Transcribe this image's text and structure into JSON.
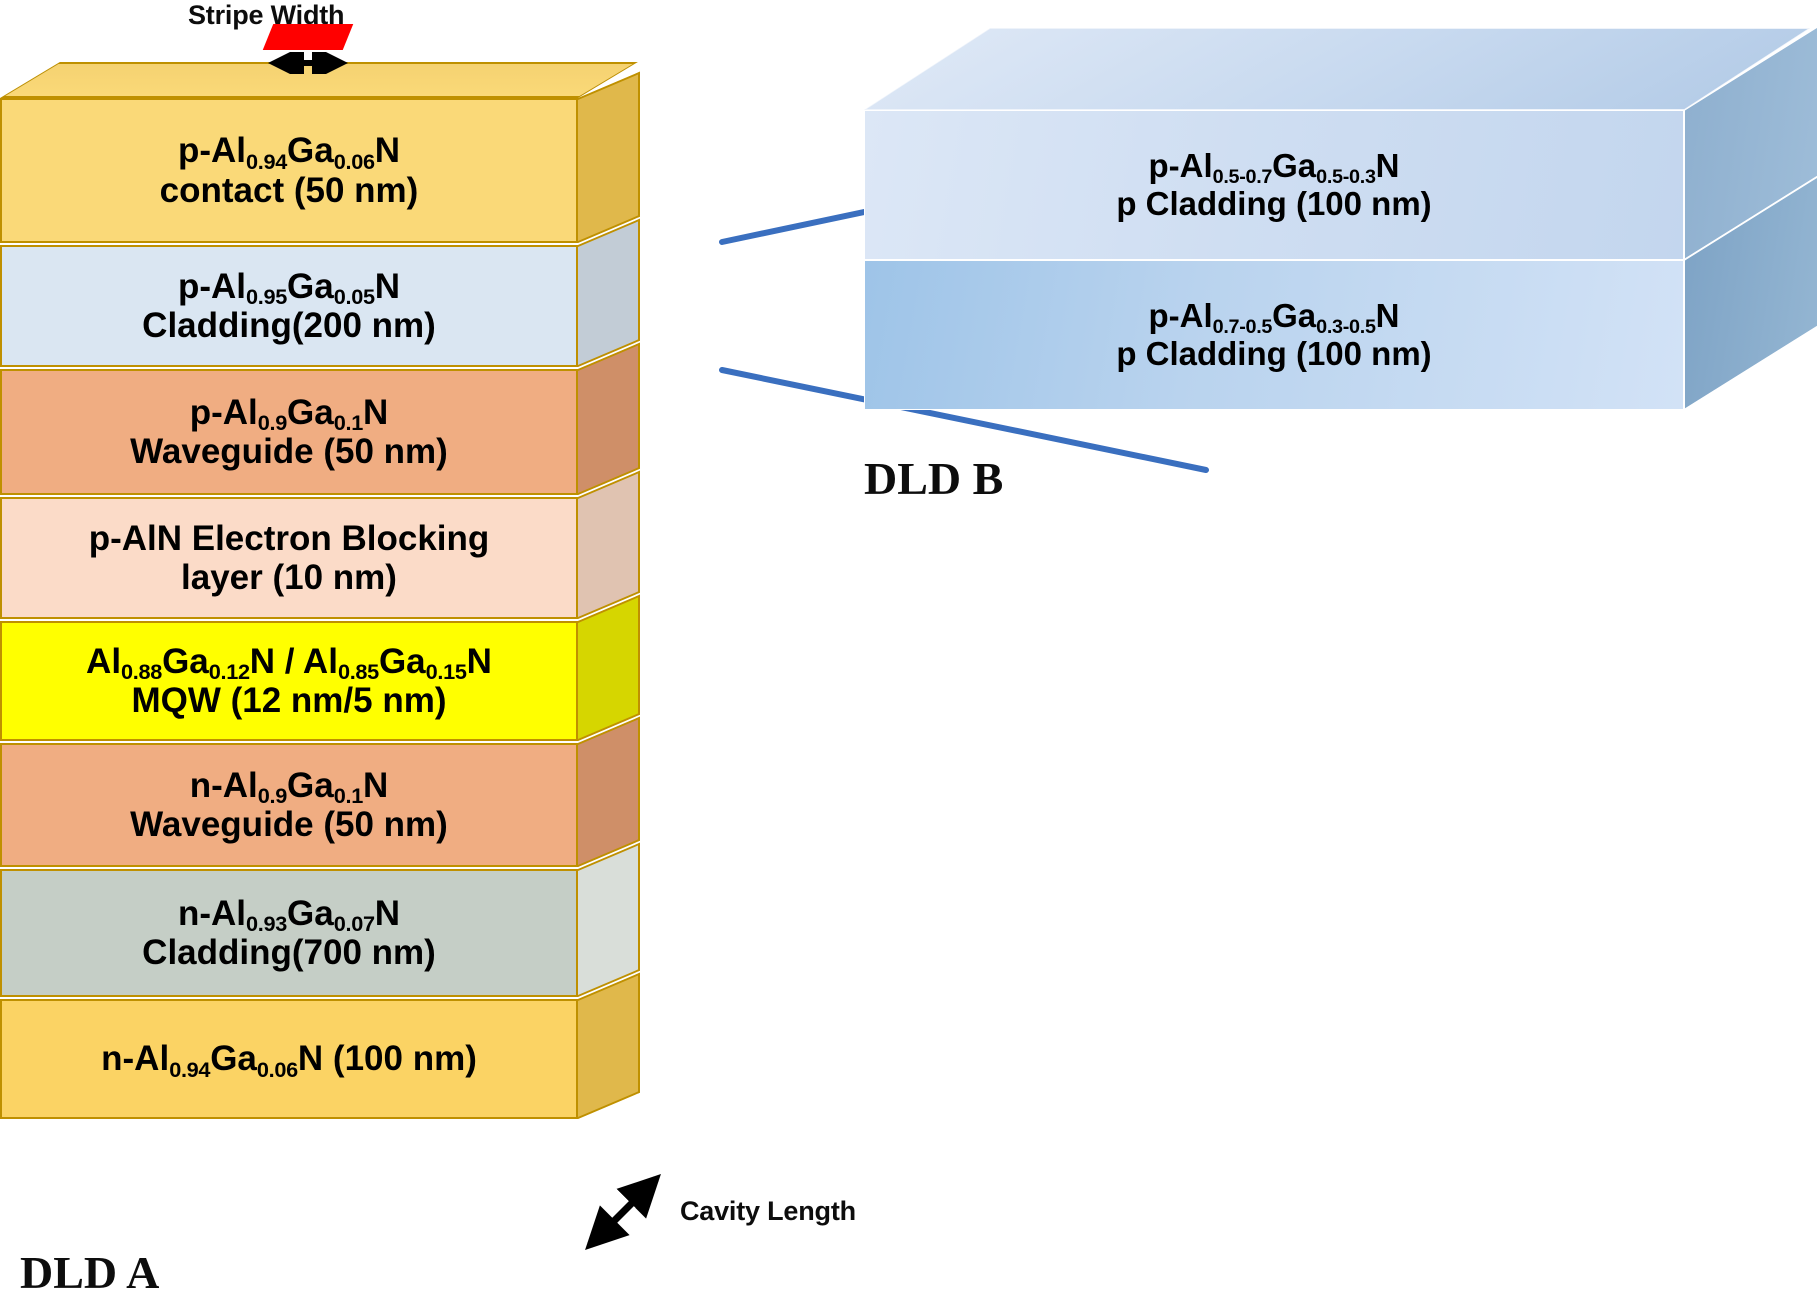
{
  "diagram": {
    "title_a": "DLD A",
    "title_b": "DLD B",
    "stripe_width_label": "Stripe Width",
    "cavity_length_label": "Cavity Length",
    "stripe_color": "#ff0000",
    "connector_color": "#3a6fbf"
  },
  "dld_a": {
    "layers": [
      {
        "id": "p-contact",
        "line1_pre": "p-Al",
        "line1_sub1": "0.94",
        "line1_mid": "Ga",
        "line1_sub2": "0.06",
        "line1_post": "N",
        "line2": "contact (50 nm)",
        "color": "#fad978",
        "side_color": "#e0b84b",
        "font_size": "35px",
        "height": 145
      },
      {
        "id": "p-cladding",
        "line1_pre": "p-Al",
        "line1_sub1": "0.95",
        "line1_mid": "Ga",
        "line1_sub2": "0.05",
        "line1_post": "N",
        "line2": "Cladding(200 nm)",
        "color": "#dae6f2",
        "side_color": "#c2ccd6",
        "font_size": "35px",
        "height": 122
      },
      {
        "id": "p-waveguide",
        "line1_pre": "p-Al",
        "line1_sub1": "0.9",
        "line1_mid": "Ga",
        "line1_sub2": "0.1",
        "line1_post": "N",
        "line2": "Waveguide (50 nm)",
        "color": "#f0ad82",
        "side_color": "#cf8f68",
        "font_size": "35px",
        "height": 126
      },
      {
        "id": "p-ebl",
        "line1_plain": "p-AlN Electron Blocking",
        "line2": "layer (10 nm)",
        "color": "#fbdbc8",
        "side_color": "#e0c3b1",
        "font_size": "35px",
        "height": 122
      },
      {
        "id": "mqw",
        "line1_pre": "Al",
        "line1_sub1": "0.88",
        "line1_mid": "Ga",
        "line1_sub2": "0.12",
        "line1_post": "N / Al",
        "line1_sub3": "0.85",
        "line1_mid2": "Ga",
        "line1_sub4": "0.15",
        "line1_post2": "N",
        "line2": "MQW (12 nm/5 nm)",
        "color": "#ffff00",
        "side_color": "#d6d600",
        "font_size": "35px",
        "height": 120
      },
      {
        "id": "n-waveguide",
        "line1_pre": "n-Al",
        "line1_sub1": "0.9",
        "line1_mid": "Ga",
        "line1_sub2": "0.1",
        "line1_post": "N",
        "line2": "Waveguide (50 nm)",
        "color": "#f0ad82",
        "side_color": "#cf8f68",
        "font_size": "35px",
        "height": 124
      },
      {
        "id": "n-cladding",
        "line1_pre": "n-Al",
        "line1_sub1": "0.93",
        "line1_mid": "Ga",
        "line1_sub2": "0.07",
        "line1_post": "N",
        "line2": "Cladding(700 nm)",
        "color": "#c5cec6",
        "side_color": "#d9ded9",
        "font_size": "35px",
        "height": 128
      },
      {
        "id": "n-contact",
        "line1_pre": "n-Al",
        "line1_sub1": "0.94",
        "line1_mid": "Ga",
        "line1_sub2": "0.06",
        "line1_post": "N (100 nm)",
        "line2": "",
        "color": "#fbd364",
        "side_color": "#e0b84b",
        "font_size": "35px",
        "height": 120
      }
    ]
  },
  "dld_b": {
    "layers": [
      {
        "id": "b-p-cladding-top",
        "line1_pre": "p-Al",
        "line1_sub1": "0.5-0.7",
        "line1_mid": "Ga",
        "line1_sub2": "0.5-0.3",
        "line1_post": "N",
        "line2": "p Cladding (100 nm)",
        "height": 150
      },
      {
        "id": "b-p-cladding-bottom",
        "line1_pre": "p-Al",
        "line1_sub1": "0.7-0.5",
        "line1_mid": "Ga",
        "line1_sub2": "0.3-0.5",
        "line1_post": "N",
        "line2": "p Cladding (100 nm)",
        "height": 150
      }
    ]
  }
}
